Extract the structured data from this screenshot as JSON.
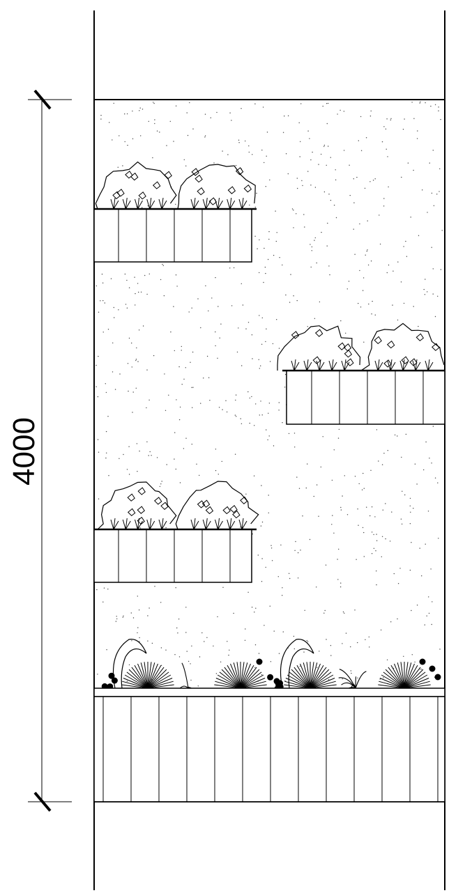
{
  "dimension": {
    "label": "4000"
  },
  "colors": {
    "line": "#000000",
    "background": "#ffffff",
    "stipple": "#444444"
  },
  "planters": {
    "upper_count": 3,
    "bottom_count": 1
  }
}
